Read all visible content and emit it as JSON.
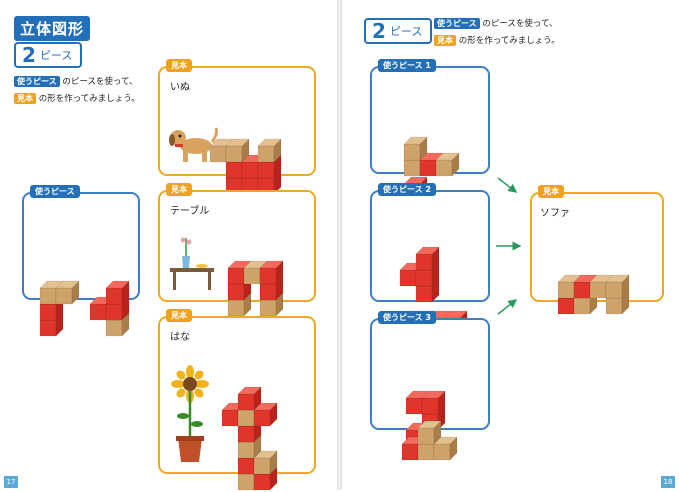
{
  "left": {
    "title": "立体図形",
    "piece_num": "2",
    "piece_label": "ピース",
    "inst_tag1": "使うピース",
    "inst_text1": "のピースを使って、",
    "inst_tag2": "見本",
    "inst_text2": "の形を作ってみましょう。",
    "use_label": "使うピース",
    "models": [
      {
        "label": "見本",
        "caption": "いぬ"
      },
      {
        "label": "見本",
        "caption": "テーブル"
      },
      {
        "label": "見本",
        "caption": "はな"
      }
    ],
    "page_number": "17"
  },
  "right": {
    "piece_num": "2",
    "piece_label": "ピース",
    "inst_tag1": "使うピース",
    "inst_text1": "のピースを使って、",
    "inst_tag2": "見本",
    "inst_text2": "の形を作ってみましょう。",
    "use_boxes": [
      {
        "label": "使うピース",
        "num": "1"
      },
      {
        "label": "使うピース",
        "num": "2"
      },
      {
        "label": "使うピース",
        "num": "3"
      }
    ],
    "model": {
      "label": "見本",
      "caption": "ソファ"
    },
    "page_number": "18"
  },
  "colors": {
    "red": "#e0352b",
    "tan": "#cfa26a",
    "blue": "#2470b8",
    "yellow": "#f0a21f",
    "green": "#2a9a5a"
  }
}
